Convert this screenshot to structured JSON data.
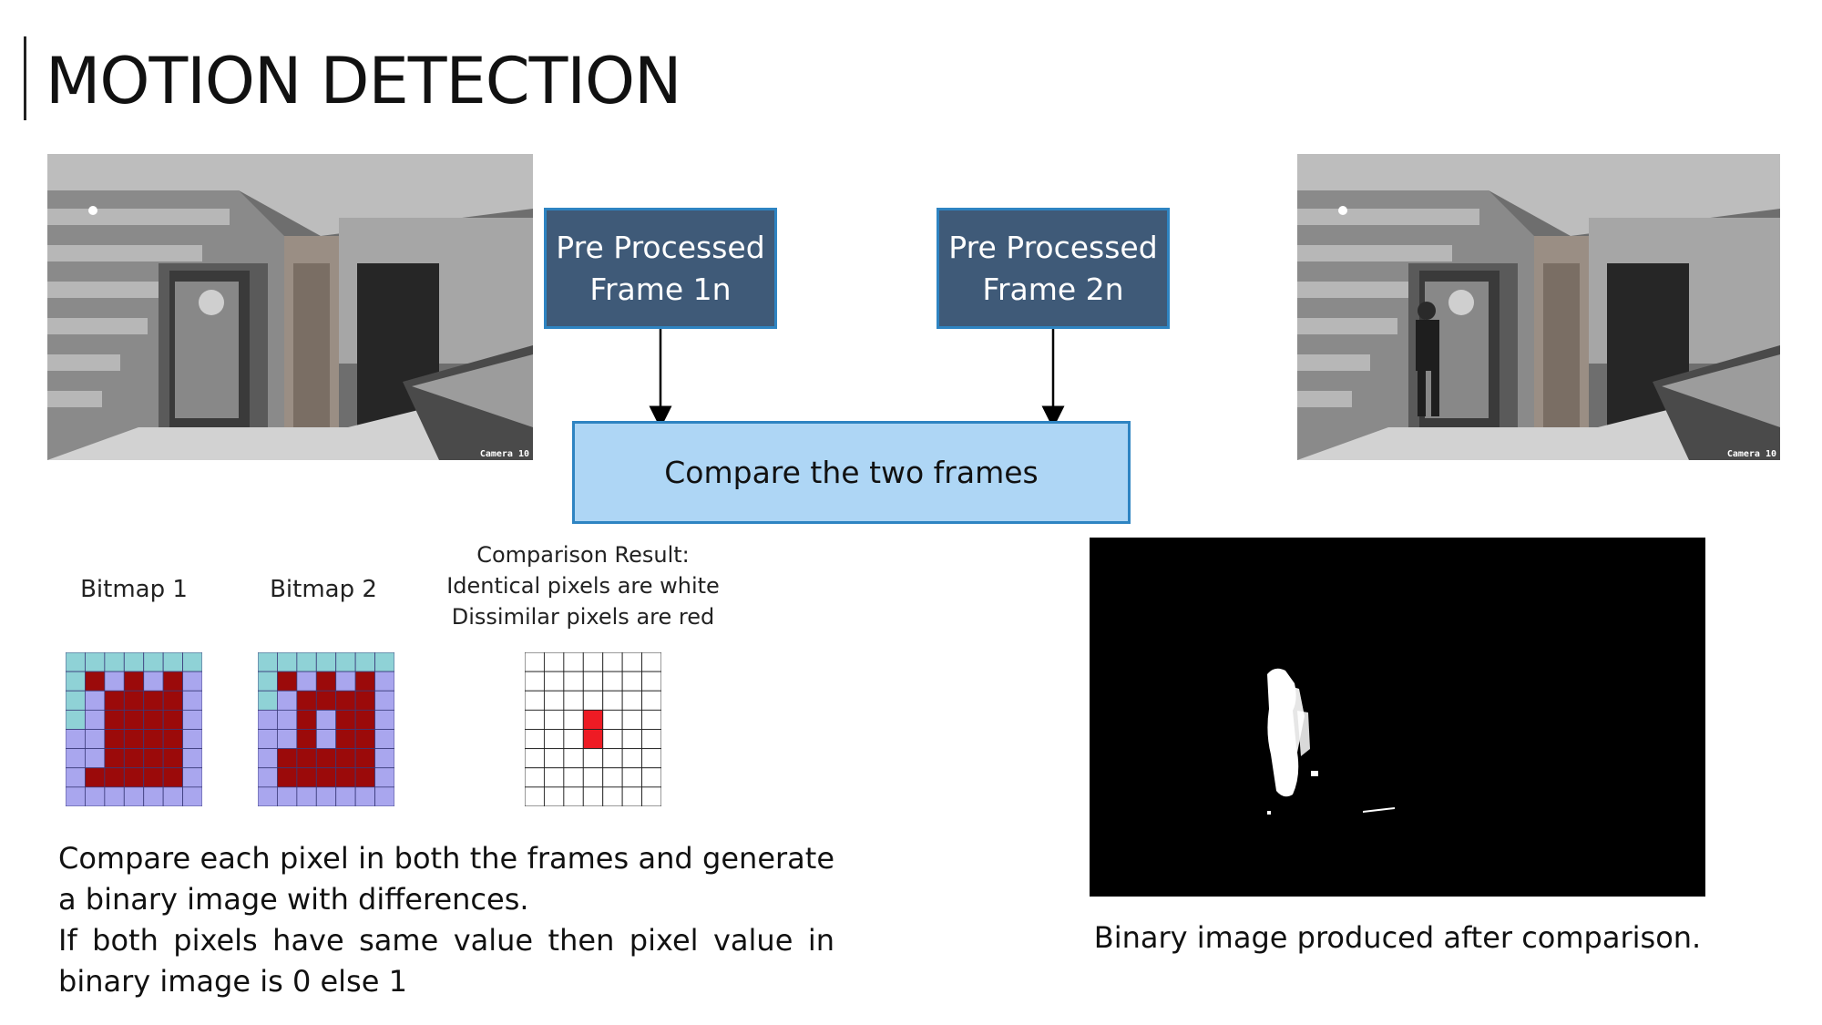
{
  "slide": {
    "title": "MOTION DETECTION"
  },
  "frames": {
    "left_camera_label": "Camera 10",
    "right_camera_label": "Camera 10"
  },
  "flow": {
    "frame1_line1": "Pre Processed",
    "frame1_line2": "Frame 1n",
    "frame2_line1": "Pre Processed",
    "frame2_line2": "Frame 2n",
    "compare": "Compare the two frames"
  },
  "bitmaps": {
    "bitmap1_label": "Bitmap 1",
    "bitmap2_label": "Bitmap 2",
    "result_line1": "Comparison Result:",
    "result_line2": "Identical pixels are white",
    "result_line3": "Dissimilar pixels are red",
    "colors": {
      "cell_light": "#a9a6ee",
      "cell_teal": "#8fd2d6",
      "cell_red": "#9b0a0a",
      "diff_red": "#ee1b24"
    }
  },
  "description": {
    "para1": "Compare each pixel in both the frames and generate a binary image with differences.",
    "para2": "If both pixels have same value then pixel value in binary image is 0 else 1"
  },
  "binary": {
    "caption": "Binary image produced after comparison."
  }
}
